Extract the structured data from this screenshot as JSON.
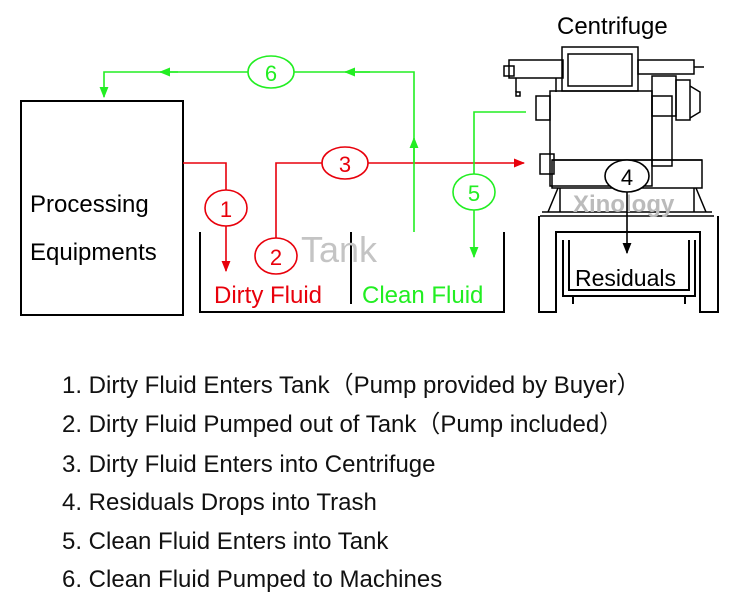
{
  "labels": {
    "centrifuge": "Centrifuge",
    "processing_line1": "Processing",
    "processing_line2": "Equipments",
    "tank": "Tank",
    "dirty_fluid": "Dirty Fluid",
    "clean_fluid": "Clean Fluid",
    "residuals": "Residuals",
    "watermark": "Xinology"
  },
  "steps": [
    "1",
    "2",
    "3",
    "4",
    "5",
    "6"
  ],
  "legend": [
    "1. Dirty Fluid Enters Tank（Pump provided by Buyer）",
    "2. Dirty Fluid Pumped out of Tank（Pump  included）",
    "3. Dirty Fluid Enters into Centrifuge",
    "4. Residuals Drops into Trash",
    "5. Clean Fluid Enters into Tank",
    "6. Clean Fluid Pumped to Machines"
  ],
  "colors": {
    "dirty": "#e8000b",
    "clean": "#22ee22",
    "line": "#000000",
    "watermark": "#bbbbbb"
  }
}
